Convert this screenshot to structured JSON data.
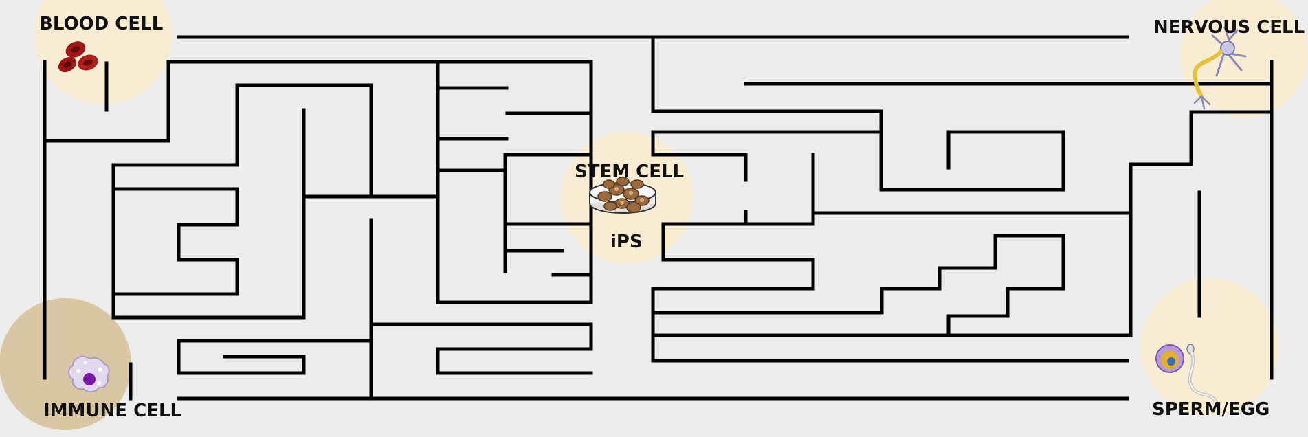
{
  "labels": {
    "blood_cell": "BLOOD CELL",
    "nervous_cell": "NERVOUS CELL",
    "stem_cell": "STEM CELL",
    "ips": "iPS",
    "immune_cell": "IMMUNE CELL",
    "sperm_egg": "SPERM/EGG"
  },
  "colors": {
    "background": "#ececec",
    "wall": "#000000",
    "pale_circle": "#f8ecd2",
    "immune_circle": "#d8c6a4",
    "red_cell": "#a01818",
    "nucleus": "#7a18a8"
  }
}
